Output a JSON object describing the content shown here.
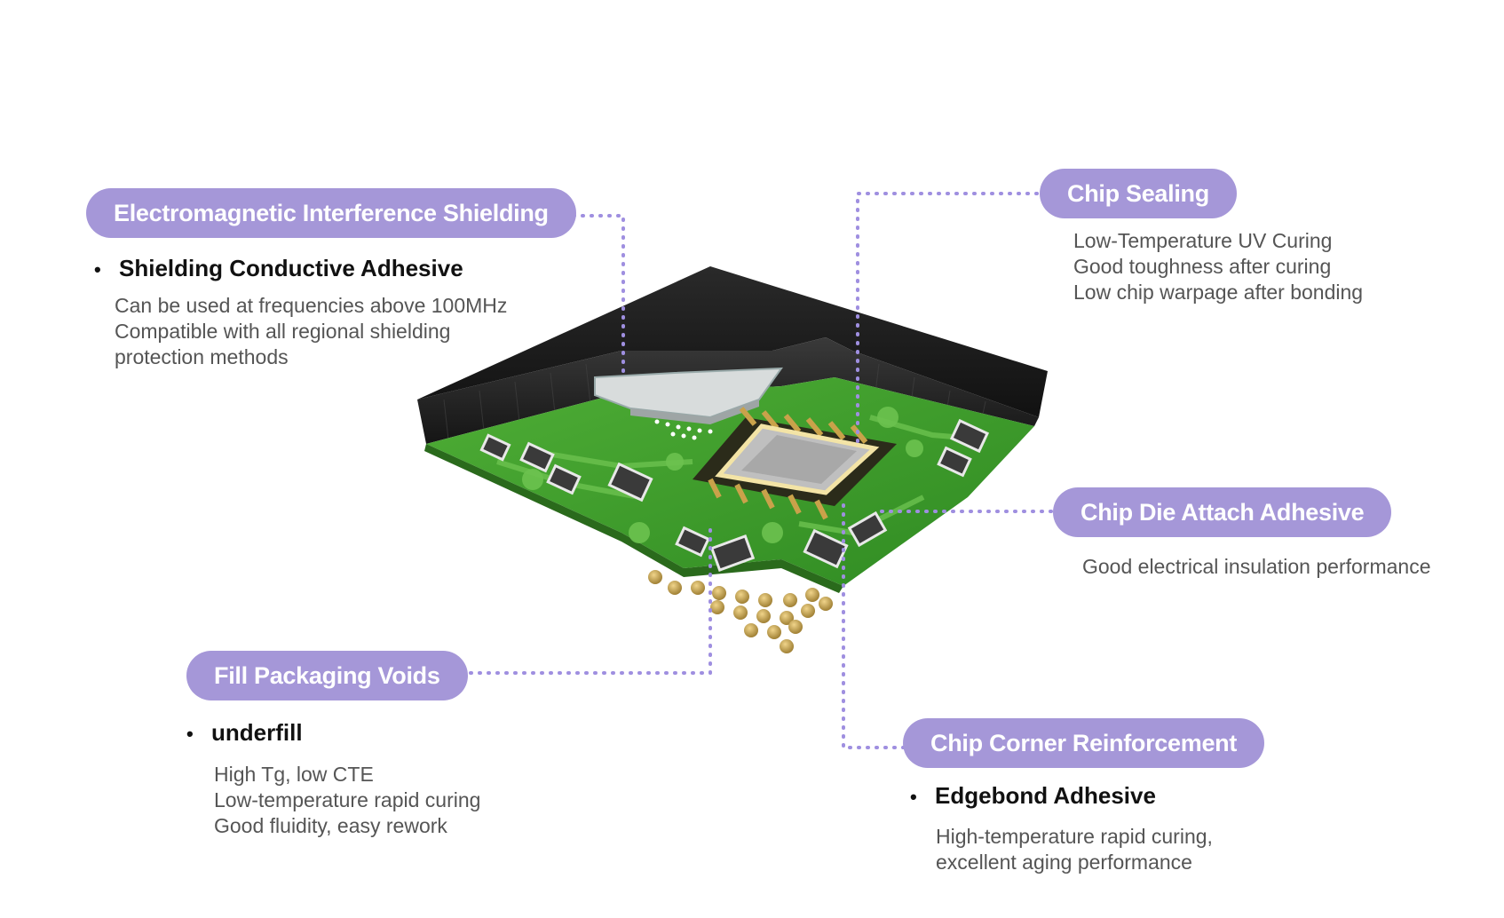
{
  "callouts": {
    "emi": {
      "title": "Electromagnetic Interference Shielding",
      "bullet": "Shielding Conductive Adhesive",
      "lines": [
        "Can be used at frequencies above 100MHz",
        "Compatible with all regional shielding",
        "protection methods"
      ]
    },
    "sealing": {
      "title": "Chip Sealing",
      "lines": [
        "Low-Temperature UV Curing",
        "Good toughness after curing",
        "Low chip warpage after bonding"
      ]
    },
    "die_attach": {
      "title": "Chip Die Attach Adhesive",
      "lines": [
        "Good electrical insulation performance"
      ]
    },
    "voids": {
      "title": "Fill Packaging Voids",
      "bullet": "underfill",
      "lines": [
        "High Tg, low CTE",
        "Low-temperature rapid curing",
        "Good fluidity, easy rework"
      ]
    },
    "corner": {
      "title": "Chip Corner Reinforcement",
      "bullet": "Edgebond Adhesive",
      "lines": [
        "High-temperature rapid curing,",
        "excellent aging performance"
      ]
    }
  },
  "colors": {
    "pill": "#a597d8",
    "connector": "#9f8fe0",
    "pcb": "#3f9a2e",
    "mold": "#1e1e1e",
    "gold": "#c9a24a"
  }
}
